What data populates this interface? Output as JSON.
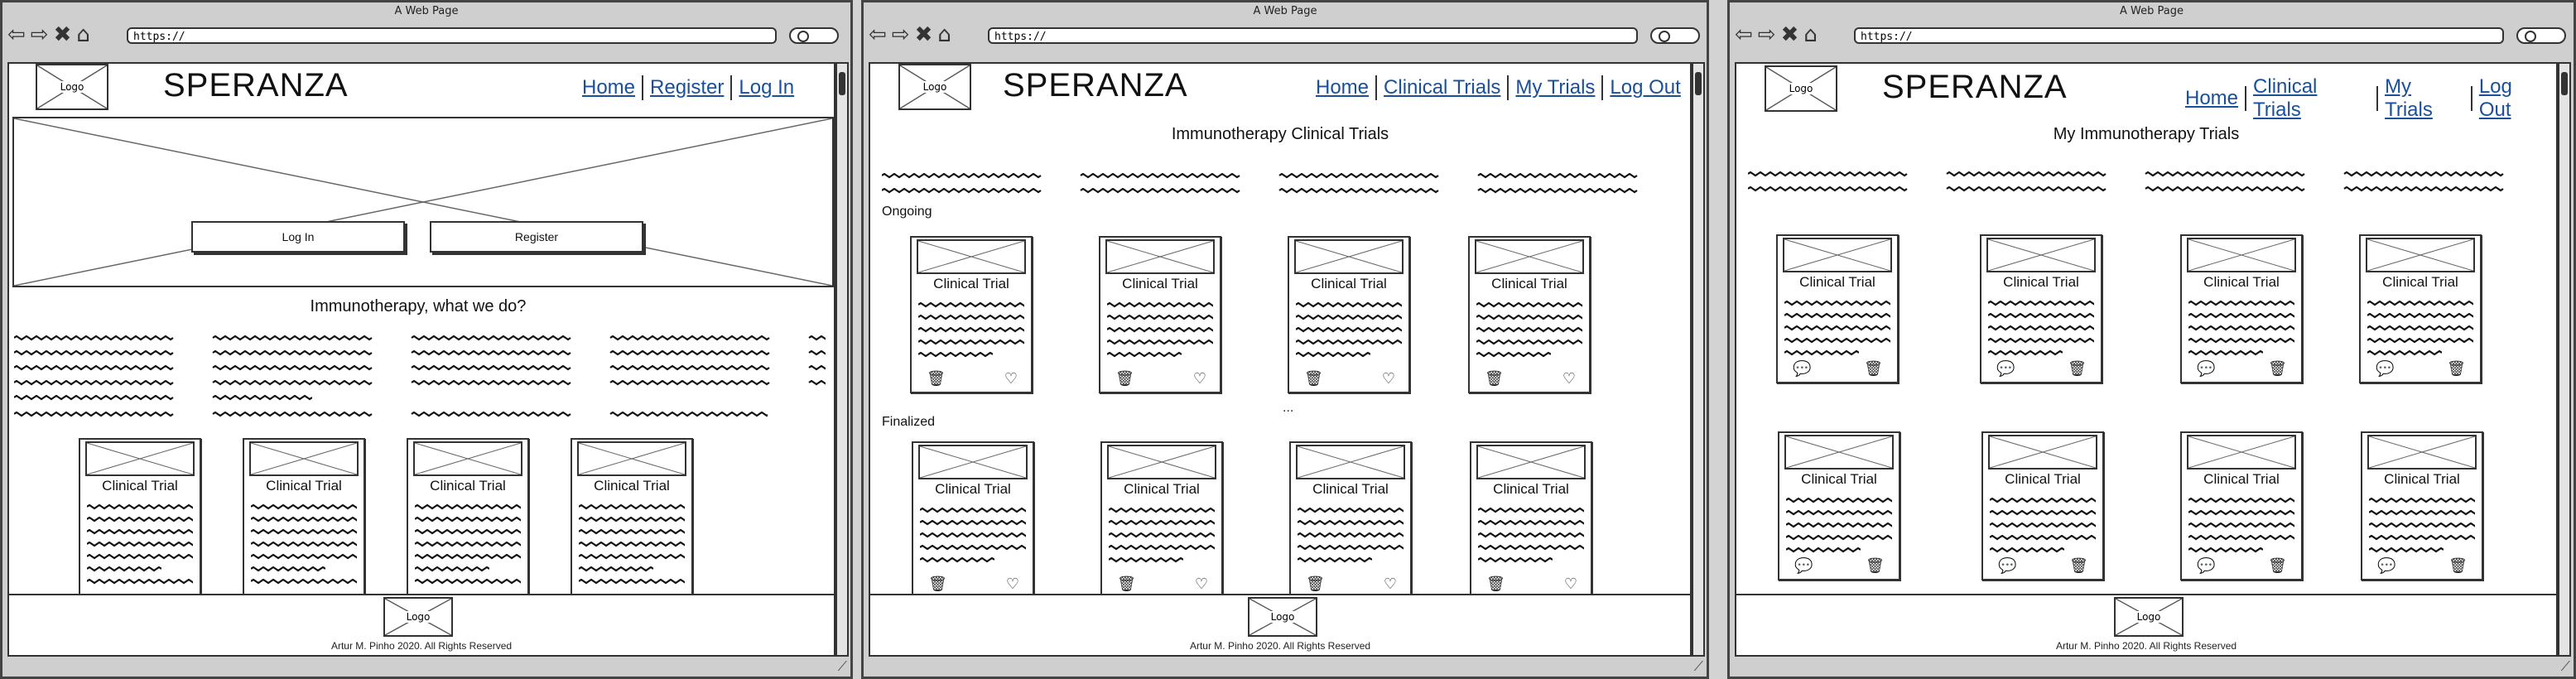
{
  "browser": {
    "window_title": "A Web Page",
    "url": "https://",
    "nav_icons": {
      "back": "back-arrow-icon",
      "forward": "forward-arrow-icon",
      "stop": "stop-icon",
      "home": "home-icon"
    },
    "search_icon": "search-icon"
  },
  "site": {
    "brand": "SPERANZA",
    "logo_label": "Logo",
    "footer_text": "Artur M. Pinho 2020. All Rights Reserved"
  },
  "screens": {
    "home": {
      "nav": [
        "Home",
        "Register",
        "Log In"
      ],
      "hero_buttons": {
        "login": "Log In",
        "register": "Register"
      },
      "heading": "Immunotherapy, what we do?",
      "card_title": "Clinical Trial"
    },
    "trials": {
      "nav": [
        "Home",
        "Clinical Trials",
        "My Trials",
        "Log Out"
      ],
      "heading": "Immunotherapy Clinical Trials",
      "section_ongoing": "Ongoing",
      "section_finalized": "Finalized",
      "ellipsis": "...",
      "card_title": "Clinical Trial",
      "card_icons": [
        "trash-icon",
        "heart-icon"
      ]
    },
    "my_trials": {
      "nav": [
        "Home",
        "Clinical Trials",
        "My Trials",
        "Log Out"
      ],
      "heading": "My Immunotherapy Trials",
      "card_title": "Clinical Trial",
      "card_icons": [
        "comment-icon",
        "trash-icon"
      ]
    }
  }
}
